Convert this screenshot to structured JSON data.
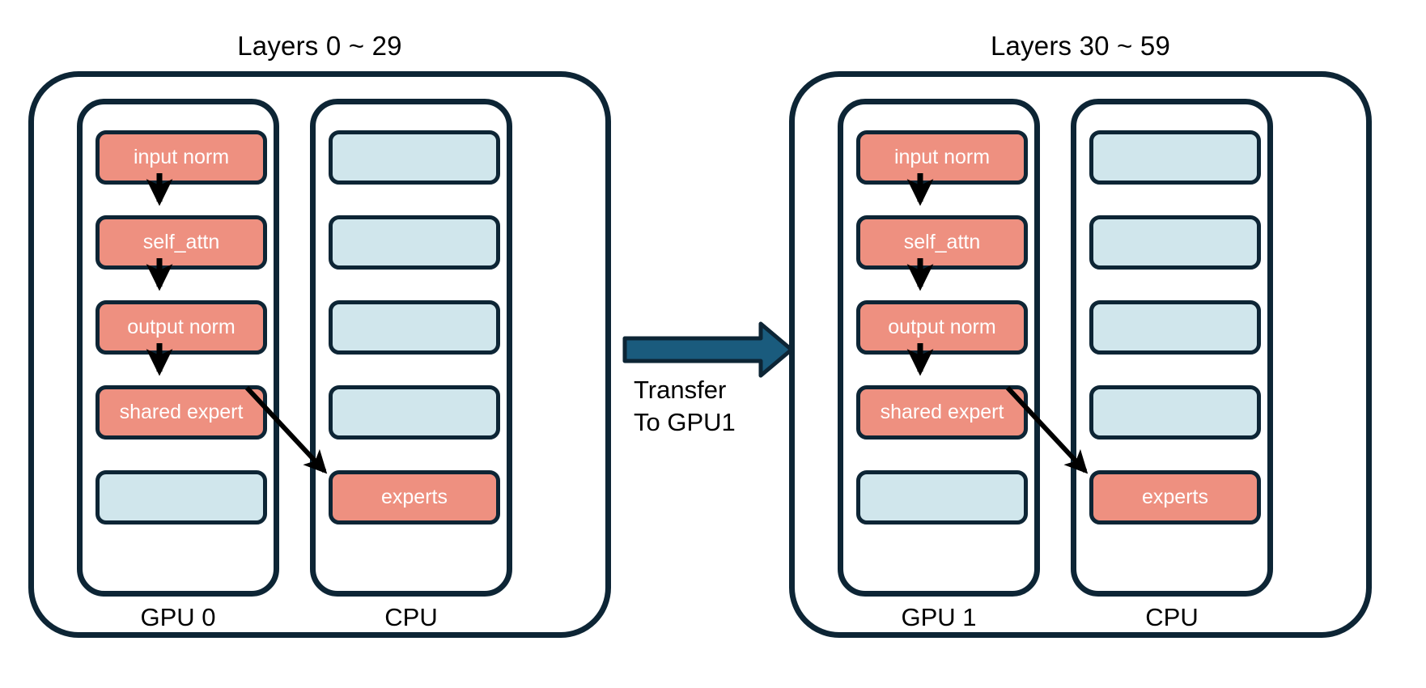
{
  "diagram": {
    "title_left": "Layers 0 ~ 29",
    "title_right": "Layers 30 ~ 59",
    "colors": {
      "block_active": "#ee9080",
      "block_idle": "#d0e6ec",
      "outline": "#0d2535",
      "transfer_arrow": "#1a5b7d",
      "background": "#ffffff",
      "block_text": "#ffffff",
      "label_text": "#000000"
    }
  },
  "left_panel": {
    "title": "Layers 0 ~ 29",
    "gpu_column": {
      "label": "GPU 0",
      "blocks": [
        {
          "label": "input norm",
          "state": "active"
        },
        {
          "label": "self_attn",
          "state": "active"
        },
        {
          "label": "output norm",
          "state": "active"
        },
        {
          "label": "shared expert",
          "state": "active"
        },
        {
          "label": "",
          "state": "idle"
        }
      ]
    },
    "cpu_column": {
      "label": "CPU",
      "blocks": [
        {
          "label": "",
          "state": "idle"
        },
        {
          "label": "",
          "state": "idle"
        },
        {
          "label": "",
          "state": "idle"
        },
        {
          "label": "",
          "state": "idle"
        },
        {
          "label": "experts",
          "state": "active"
        }
      ]
    }
  },
  "right_panel": {
    "title": "Layers 30 ~ 59",
    "gpu_column": {
      "label": "GPU 1",
      "blocks": [
        {
          "label": "input norm",
          "state": "active"
        },
        {
          "label": "self_attn",
          "state": "active"
        },
        {
          "label": "output norm",
          "state": "active"
        },
        {
          "label": "shared expert",
          "state": "active"
        },
        {
          "label": "",
          "state": "idle"
        }
      ]
    },
    "cpu_column": {
      "label": "CPU",
      "blocks": [
        {
          "label": "",
          "state": "idle"
        },
        {
          "label": "",
          "state": "idle"
        },
        {
          "label": "",
          "state": "idle"
        },
        {
          "label": "",
          "state": "idle"
        },
        {
          "label": "experts",
          "state": "active"
        }
      ]
    }
  },
  "transfer": {
    "line1": "Transfer",
    "line2": "To GPU1",
    "direction": "left-to-right"
  }
}
